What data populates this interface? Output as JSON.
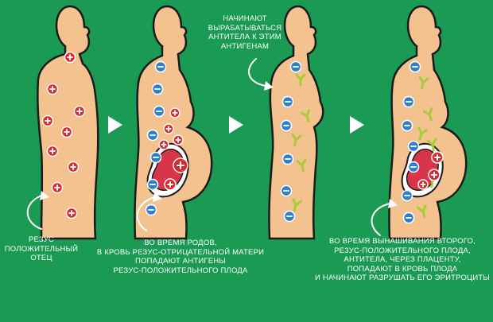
{
  "colors": {
    "background": "#1a9a52",
    "body": "#f4c28e",
    "outline": "#1b1b1b",
    "positive": "#e0282c",
    "negative": "#2d7fd3",
    "antibody": "#a8cc3a",
    "placenta": "#d9354a",
    "arrow": "#ffffff"
  },
  "stages": [
    {
      "id": "father",
      "caption_lines": [
        "РЕЗУС",
        "ПОЛОЖИТЕЛЬНЫЙ",
        "ОТЕЦ"
      ]
    },
    {
      "id": "first-pregnancy",
      "caption_lines": [
        "ВО ВРЕМЯ РОДОВ,",
        "В КРОВЬ РЕЗУС-ОТРИЦАТЕЛЬНОЙ МАТЕРИ",
        "ПОПАДАЮТ АНТИГЕНЫ",
        "РЕЗУС-ПОЛОЖИТЕЛЬНОГО ПЛОДА"
      ]
    },
    {
      "id": "antibodies",
      "caption_lines": [
        "НАЧИНАЮТ",
        "ВЫРАБАТЫВАТЬСЯ",
        "АНТИТЕЛА К ЭТИМ",
        "АНТИГЕНАМ"
      ]
    },
    {
      "id": "second-pregnancy",
      "caption_lines": [
        "ВО ВРЕМЯ ВЫНАШИВАНИЯ ВТОРОГО,",
        "РЕЗУС-ПОЛОЖИТЕЛЬНОГО ПЛОДА,",
        "АНТИТЕЛА, ЧЕРЕЗ ПЛАЦЕНТУ,",
        "ПОПАДАЮТ В КРОВЬ ПЛОДА",
        "И НАЧИНАЮТ РАЗРУШАТЬ ЕГО ЭРИТРОЦИТЫ"
      ]
    }
  ],
  "symbols": {
    "positive": "+",
    "negative": "−"
  }
}
